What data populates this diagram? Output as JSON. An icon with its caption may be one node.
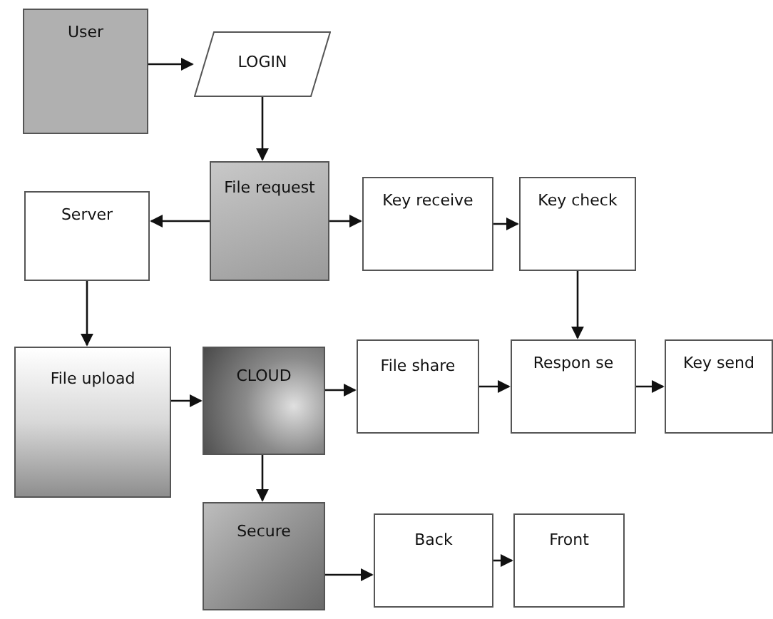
{
  "diagram": {
    "nodes": [
      {
        "text": [
          "User"
        ]
      },
      {
        "text": [
          "LOGIN"
        ]
      },
      {
        "text": [
          "File request"
        ]
      },
      {
        "text": [
          "Server"
        ]
      },
      {
        "text": [
          "Key receive"
        ]
      },
      {
        "text": [
          "Key check"
        ]
      },
      {
        "text": [
          "File upload"
        ]
      },
      {
        "text": [
          "CLOUD"
        ]
      },
      {
        "text": [
          "File share"
        ]
      },
      {
        "text": [
          "Respon se"
        ]
      },
      {
        "text": [
          "Key send"
        ]
      },
      {
        "text": [
          "Secure"
        ]
      },
      {
        "text": [
          "Back"
        ]
      },
      {
        "text": [
          "Front"
        ]
      }
    ],
    "edges": [
      {
        "from": 0,
        "to": 1,
        "arrow": "to"
      },
      {
        "from": 1,
        "to": 2,
        "arrow": "to"
      },
      {
        "from": 2,
        "to": 3,
        "arrow": "to"
      },
      {
        "from": 2,
        "to": 4,
        "arrow": "to"
      },
      {
        "from": 4,
        "to": 5,
        "arrow": "to"
      },
      {
        "from": 5,
        "to": 9,
        "arrow": "to"
      },
      {
        "from": 3,
        "to": 6,
        "arrow": "to"
      },
      {
        "from": 6,
        "to": 7,
        "arrow": "to"
      },
      {
        "from": 7,
        "to": 8,
        "arrow": "to"
      },
      {
        "from": 8,
        "to": 9,
        "arrow": "to"
      },
      {
        "from": 9,
        "to": 10,
        "arrow": "to"
      },
      {
        "from": 7,
        "to": 11,
        "arrow": "to"
      },
      {
        "from": 11,
        "to": 12,
        "arrow": "to"
      },
      {
        "from": 12,
        "to": 13,
        "arrow": "to"
      }
    ]
  }
}
